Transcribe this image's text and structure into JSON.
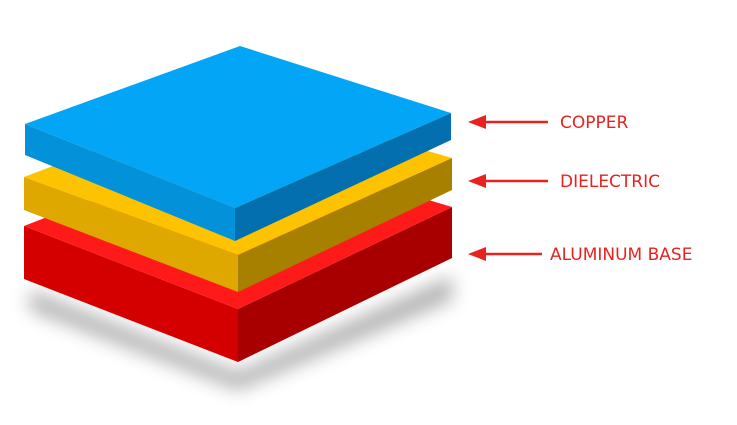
{
  "diagram": {
    "layers": [
      {
        "id": "copper",
        "label": "COPPER",
        "top": "#03a6f6",
        "front": "#0392da",
        "side": "#036fae"
      },
      {
        "id": "dielectric",
        "label": "DIELECTRIC",
        "top": "#fdc300",
        "front": "#dea800",
        "side": "#a88000"
      },
      {
        "id": "aluminum",
        "label": "ALUMINUM BASE",
        "top": "#ff1a1a",
        "front": "#d40000",
        "side": "#a80000"
      }
    ],
    "label_color": "#e8231f",
    "arrow_color": "#e8231f"
  }
}
